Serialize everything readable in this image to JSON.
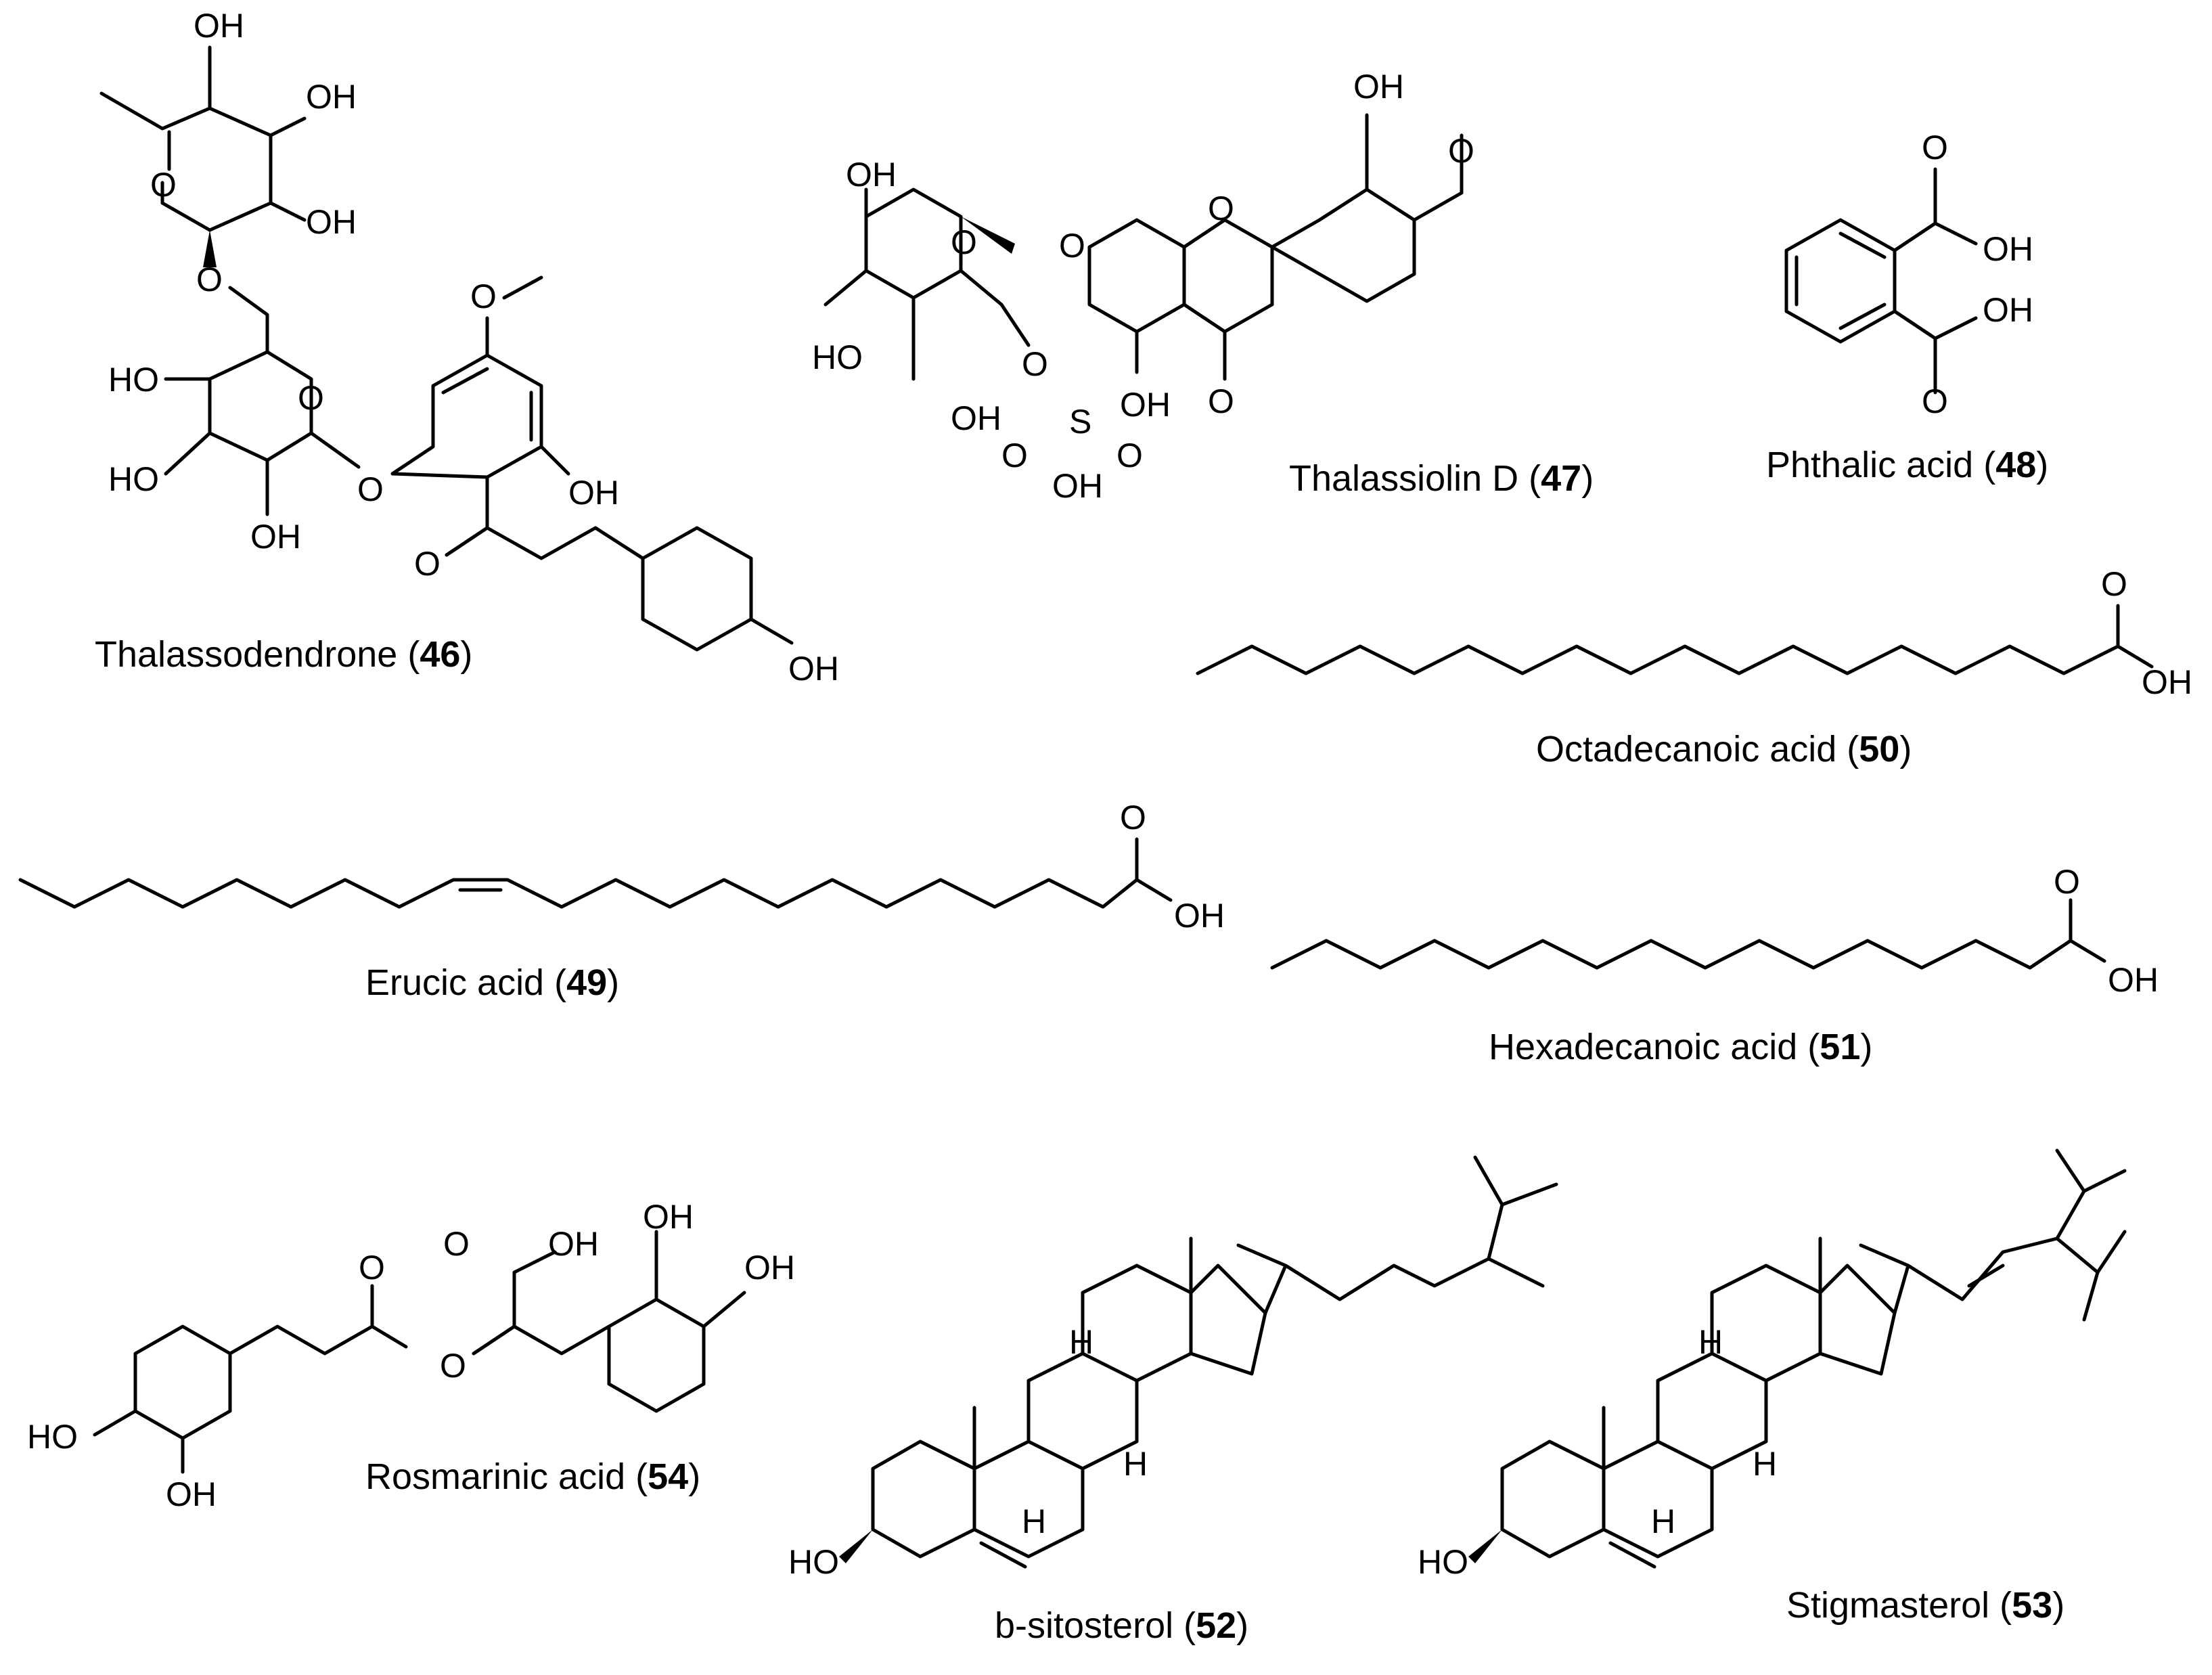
{
  "compounds": [
    {
      "id": "46",
      "name": "Thalassodendrone"
    },
    {
      "id": "47",
      "name": "Thalassiolin D"
    },
    {
      "id": "48",
      "name": "Phthalic acid"
    },
    {
      "id": "49",
      "name": "Erucic acid"
    },
    {
      "id": "50",
      "name": "Octadecanoic acid"
    },
    {
      "id": "51",
      "name": "Hexadecanoic acid"
    },
    {
      "id": "52",
      "name": "b-sitosterol"
    },
    {
      "id": "53",
      "name": "Stigmasterol"
    },
    {
      "id": "54",
      "name": "Rosmarinic acid"
    }
  ],
  "atoms": {
    "oh": "OH",
    "ho": "HO",
    "o": "O",
    "s": "S",
    "h": "H"
  }
}
